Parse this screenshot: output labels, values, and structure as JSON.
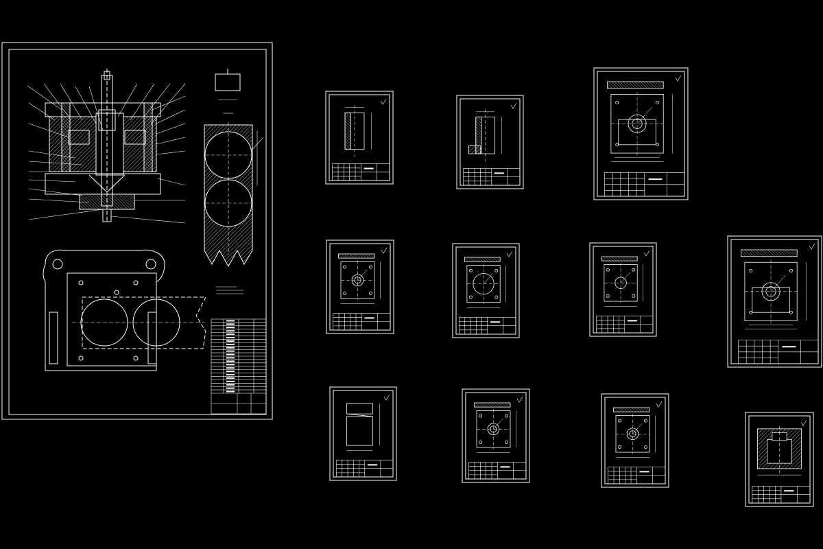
{
  "window": {
    "background": "#000000",
    "line_color": "#ffffff"
  },
  "drawing_set": {
    "assembly_sheet": {
      "name": "assembly-drawing",
      "title_block": {
        "rows": 22,
        "cols": 4
      }
    },
    "part_sheets": [
      {
        "name": "part-sheet-1"
      },
      {
        "name": "part-sheet-2"
      },
      {
        "name": "part-sheet-3"
      },
      {
        "name": "part-sheet-4"
      },
      {
        "name": "part-sheet-5"
      },
      {
        "name": "part-sheet-6"
      },
      {
        "name": "part-sheet-7"
      },
      {
        "name": "part-sheet-8"
      },
      {
        "name": "part-sheet-9"
      },
      {
        "name": "part-sheet-10"
      },
      {
        "name": "part-sheet-11"
      }
    ]
  }
}
